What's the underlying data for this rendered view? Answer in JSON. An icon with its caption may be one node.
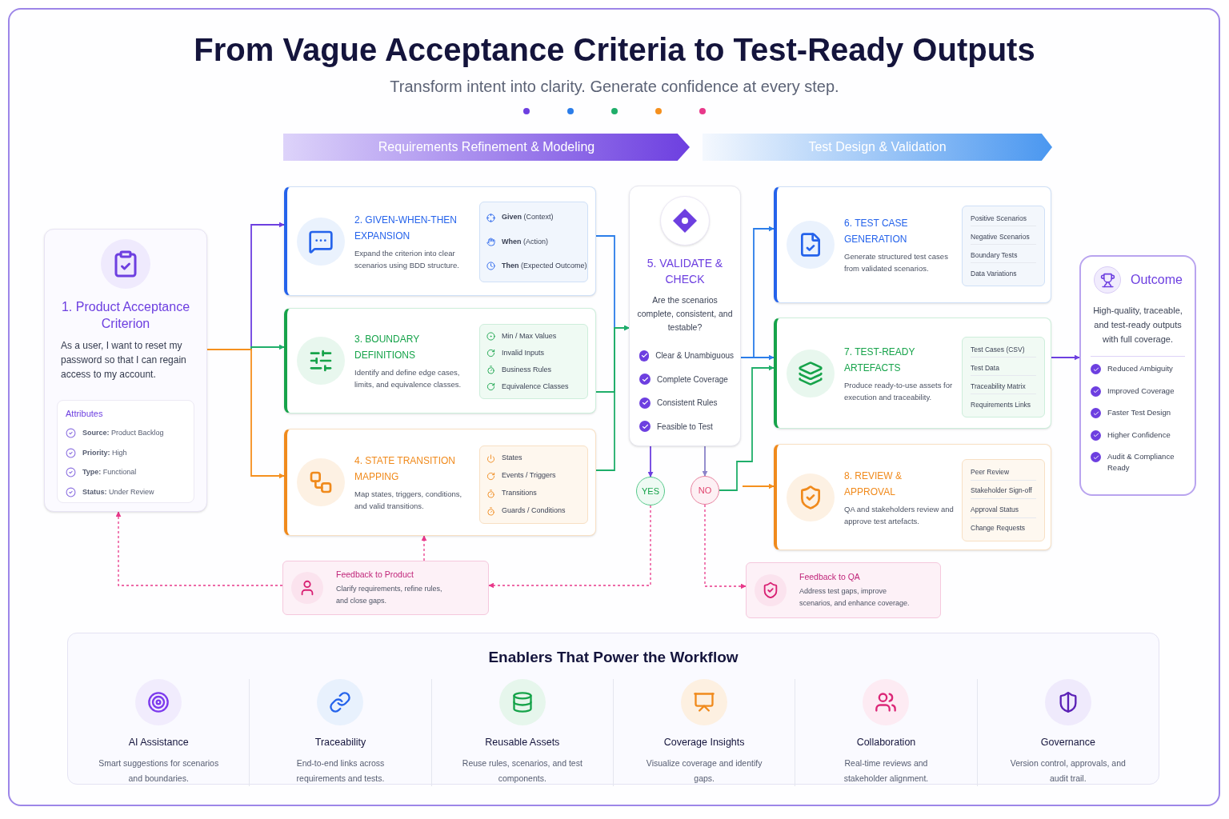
{
  "diagram": {
    "title": "From Vague Acceptance Criteria to Test-Ready Outputs",
    "caption": "Transform intent into clarity. Generate confidence at every step.",
    "nodes": [
      {
        "text": [
          "Requirements Refinement & Modeling"
        ]
      },
      {
        "text": [
          "Test Design & Validation"
        ]
      },
      {
        "text": [
          "1. Product Acceptance Criterion",
          "As a user, I want to reset my password so that I can regain access to my account."
        ]
      },
      {
        "text": [
          "Attributes",
          "**Source:** Product Backlog",
          "**Priority:** High",
          "**Type:** Functional",
          "**Status:** Under Review"
        ],
        "in": 2
      },
      {
        "text": [
          "2. GIVEN-WHEN-THEN EXPANSION",
          "Expand the criterion into clear scenarios using BDD structure."
        ]
      },
      {
        "text": [
          "**Given** (Context)",
          "**When** (Action)",
          "**Then** (Expected Outcome)"
        ],
        "in": 4
      },
      {
        "text": [
          "3. BOUNDARY DEFINITIONS",
          "Identify and define edge cases, limits, and equivalence classes."
        ]
      },
      {
        "text": [
          "Min / Max Values",
          "Invalid Inputs",
          "Business Rules",
          "Equivalence Classes"
        ],
        "in": 6
      },
      {
        "text": [
          "4. STATE TRANSITION MAPPING",
          "Map states, triggers, conditions, and valid transitions."
        ]
      },
      {
        "text": [
          "States",
          "Events / Triggers",
          "Transitions",
          "Guards / Conditions"
        ],
        "in": 8
      },
      {
        "text": [
          "5. VALIDATE & CHECK",
          "Are the scenarios complete, consistent, and testable?",
          "Clear & Unambiguous",
          "Complete Coverage",
          "Consistent Rules",
          "Feasible to Test"
        ]
      },
      {
        "text": [
          "YES"
        ]
      },
      {
        "text": [
          "NO"
        ]
      },
      {
        "text": [
          "6. TEST CASE GENERATION",
          "Generate structured test cases from validated scenarios."
        ]
      },
      {
        "text": [
          "Positive Scenarios",
          "Negative Scenarios",
          "Boundary Tests",
          "Data Variations"
        ],
        "in": 13
      },
      {
        "text": [
          "7. TEST-READY ARTEFACTS",
          "Produce ready-to-use assets for execution and traceability."
        ]
      },
      {
        "text": [
          "Test Cases (CSV)",
          "Test Data",
          "Traceability Matrix",
          "Requirements Links"
        ],
        "in": 15
      },
      {
        "text": [
          "8. REVIEW & APPROVAL",
          "QA and stakeholders review and approve test artefacts."
        ]
      },
      {
        "text": [
          "Peer Review",
          "Stakeholder Sign-off",
          "Approval Status",
          "Change Requests"
        ],
        "in": 17
      },
      {
        "text": [
          "Outcome",
          "High-quality, traceable, and test-ready outputs with full coverage.",
          "Reduced Ambiguity",
          "Improved Coverage",
          "Faster Test Design",
          "Higher Confidence",
          "Audit & Compliance Ready"
        ]
      },
      {
        "text": [
          "Feedback to Product",
          "Clarify requirements, refine rules, and close gaps."
        ]
      },
      {
        "text": [
          "Feedback to QA",
          "Address test gaps, improve scenarios, and enhance coverage."
        ]
      },
      {
        "text": [
          "Enablers That Power the Workflow",
          "AI Assistance",
          "Smart suggestions for scenarios and boundaries.",
          "Traceability",
          "End-to-end links across requirements and tests.",
          "Reusable Assets",
          "Reuse rules, scenarios, and test components.",
          "Coverage Insights",
          "Visualize coverage and identify gaps.",
          "Collaboration",
          "Real-time reviews and stakeholder alignment.",
          "Governance",
          "Version control, approvals, and audit trail."
        ]
      }
    ],
    "edges": [
      {
        "from": 2,
        "to": 4,
        "arrow": "to",
        "color": "#6d3fe0"
      },
      {
        "from": 2,
        "to": 6,
        "arrow": "to",
        "color": "#1fae6a"
      },
      {
        "from": 2,
        "to": 8,
        "arrow": "to",
        "color": "#f5901e"
      },
      {
        "from": 4,
        "to": 10,
        "arrow": "to",
        "color": "#2b7de9"
      },
      {
        "from": 6,
        "to": 10,
        "arrow": "to",
        "color": "#1fae6a"
      },
      {
        "from": 8,
        "to": 10,
        "arrow": "to",
        "color": "#1fae6a"
      },
      {
        "from": 10,
        "to": 11,
        "arrow": "to",
        "color": "#6d3fe0"
      },
      {
        "from": 10,
        "to": 12,
        "arrow": "to",
        "color": "#8b83c9"
      },
      {
        "from": 10,
        "to": 13,
        "arrow": "to",
        "color": "#2b7de9"
      },
      {
        "from": 10,
        "to": 15,
        "arrow": "to",
        "color": "#2b7de9"
      },
      {
        "from": 12,
        "to": 15,
        "arrow": "to",
        "color": "#1fae6a"
      },
      {
        "from": null,
        "to": 17,
        "arrow": "to",
        "color": "#f5901e"
      },
      {
        "from": 15,
        "to": 19,
        "arrow": "to",
        "color": "#6d3fe0"
      },
      {
        "from": 11,
        "to": 20,
        "arrow": "to",
        "style": "dashed",
        "color": "#e8388a"
      },
      {
        "from": 20,
        "to": 2,
        "arrow": "to",
        "style": "dashed",
        "color": "#e8388a"
      },
      {
        "from": 20,
        "to": 8,
        "arrow": "to",
        "style": "dashed",
        "color": "#e8388a"
      },
      {
        "from": 12,
        "to": 21,
        "arrow": "to",
        "style": "dashed",
        "color": "#e8388a"
      }
    ]
  }
}
